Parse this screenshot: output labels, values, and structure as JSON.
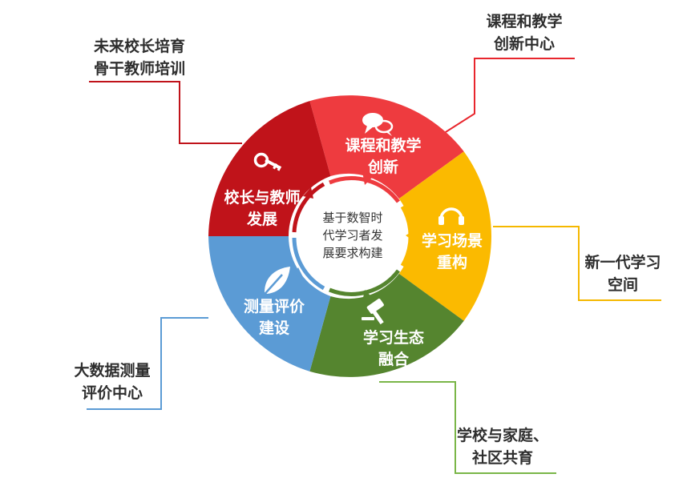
{
  "center": {
    "lines": [
      "基于数智时",
      "代学习者发",
      "展要求构建"
    ]
  },
  "segments": [
    {
      "id": "course",
      "color": "#ee3b3f",
      "lines": [
        "课程和教学",
        "创新"
      ],
      "icon": "speech-bubble-icon"
    },
    {
      "id": "space",
      "color": "#fbba00",
      "lines": [
        "学习场景",
        "重构"
      ],
      "icon": "headphones-icon"
    },
    {
      "id": "ecology",
      "color": "#55852f",
      "lines": [
        "学习生态",
        "融合"
      ],
      "icon": "gavel-icon"
    },
    {
      "id": "evaluation",
      "color": "#5b9bd5",
      "lines": [
        "测量评价",
        "建设"
      ],
      "icon": "leaf-icon"
    },
    {
      "id": "principal",
      "color": "#c0131a",
      "lines": [
        "校长与教师",
        "发展"
      ],
      "icon": "key-icon"
    }
  ],
  "callouts": [
    {
      "id": "course",
      "color": "#e8262d",
      "lines": [
        "课程和教学",
        "创新中心"
      ]
    },
    {
      "id": "space",
      "color": "#f5b800",
      "lines": [
        "新一代学习",
        "空间"
      ]
    },
    {
      "id": "ecology",
      "color": "#7ab648",
      "lines": [
        "学校与家庭、",
        "社区共育"
      ]
    },
    {
      "id": "evaluation",
      "color": "#5b9bd5",
      "lines": [
        "大数据测量",
        "评价中心"
      ]
    },
    {
      "id": "principal",
      "color": "#c0131a",
      "lines": [
        "未来校长培育",
        "骨干教师培训"
      ]
    }
  ]
}
